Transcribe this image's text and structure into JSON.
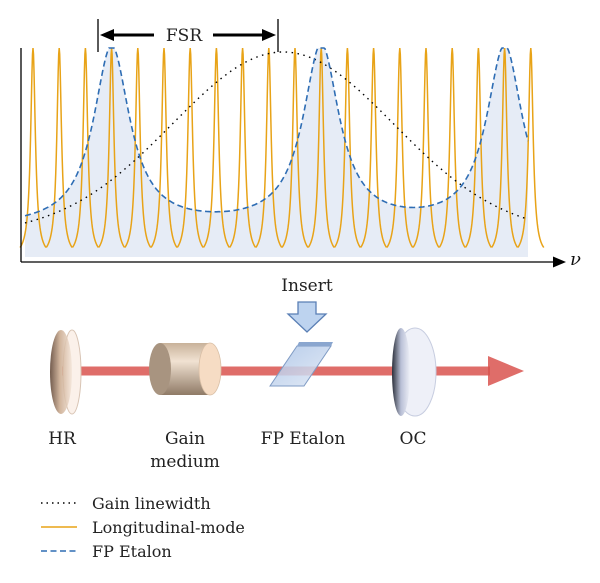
{
  "figure": {
    "fsr_label": "FSR",
    "x_axis_symbol": "ν",
    "insert_label": "Insert",
    "components": {
      "hr": "HR",
      "gain_line1": "Gain",
      "gain_line2": "medium",
      "etalon": "FP Etalon",
      "oc": "OC"
    },
    "legend": [
      {
        "label": "Gain linewidth",
        "style": "dotted",
        "color": "#000000"
      },
      {
        "label": "Longitudinal-mode",
        "style": "solid",
        "color": "#e8a317"
      },
      {
        "label": "FP Etalon",
        "style": "dashed",
        "color": "#2e6db4"
      }
    ]
  },
  "colors": {
    "longitudinal_mode": "#e8a317",
    "fp_etalon": "#2e6db4",
    "gain": "#000000",
    "beam": "#d9534f",
    "fill": "#e6ecf6",
    "arrow_fill": "#bdd3ef"
  },
  "spectrum": {
    "mode_count": 20,
    "etalon_peak_mode_indices": [
      3,
      11,
      18
    ]
  }
}
